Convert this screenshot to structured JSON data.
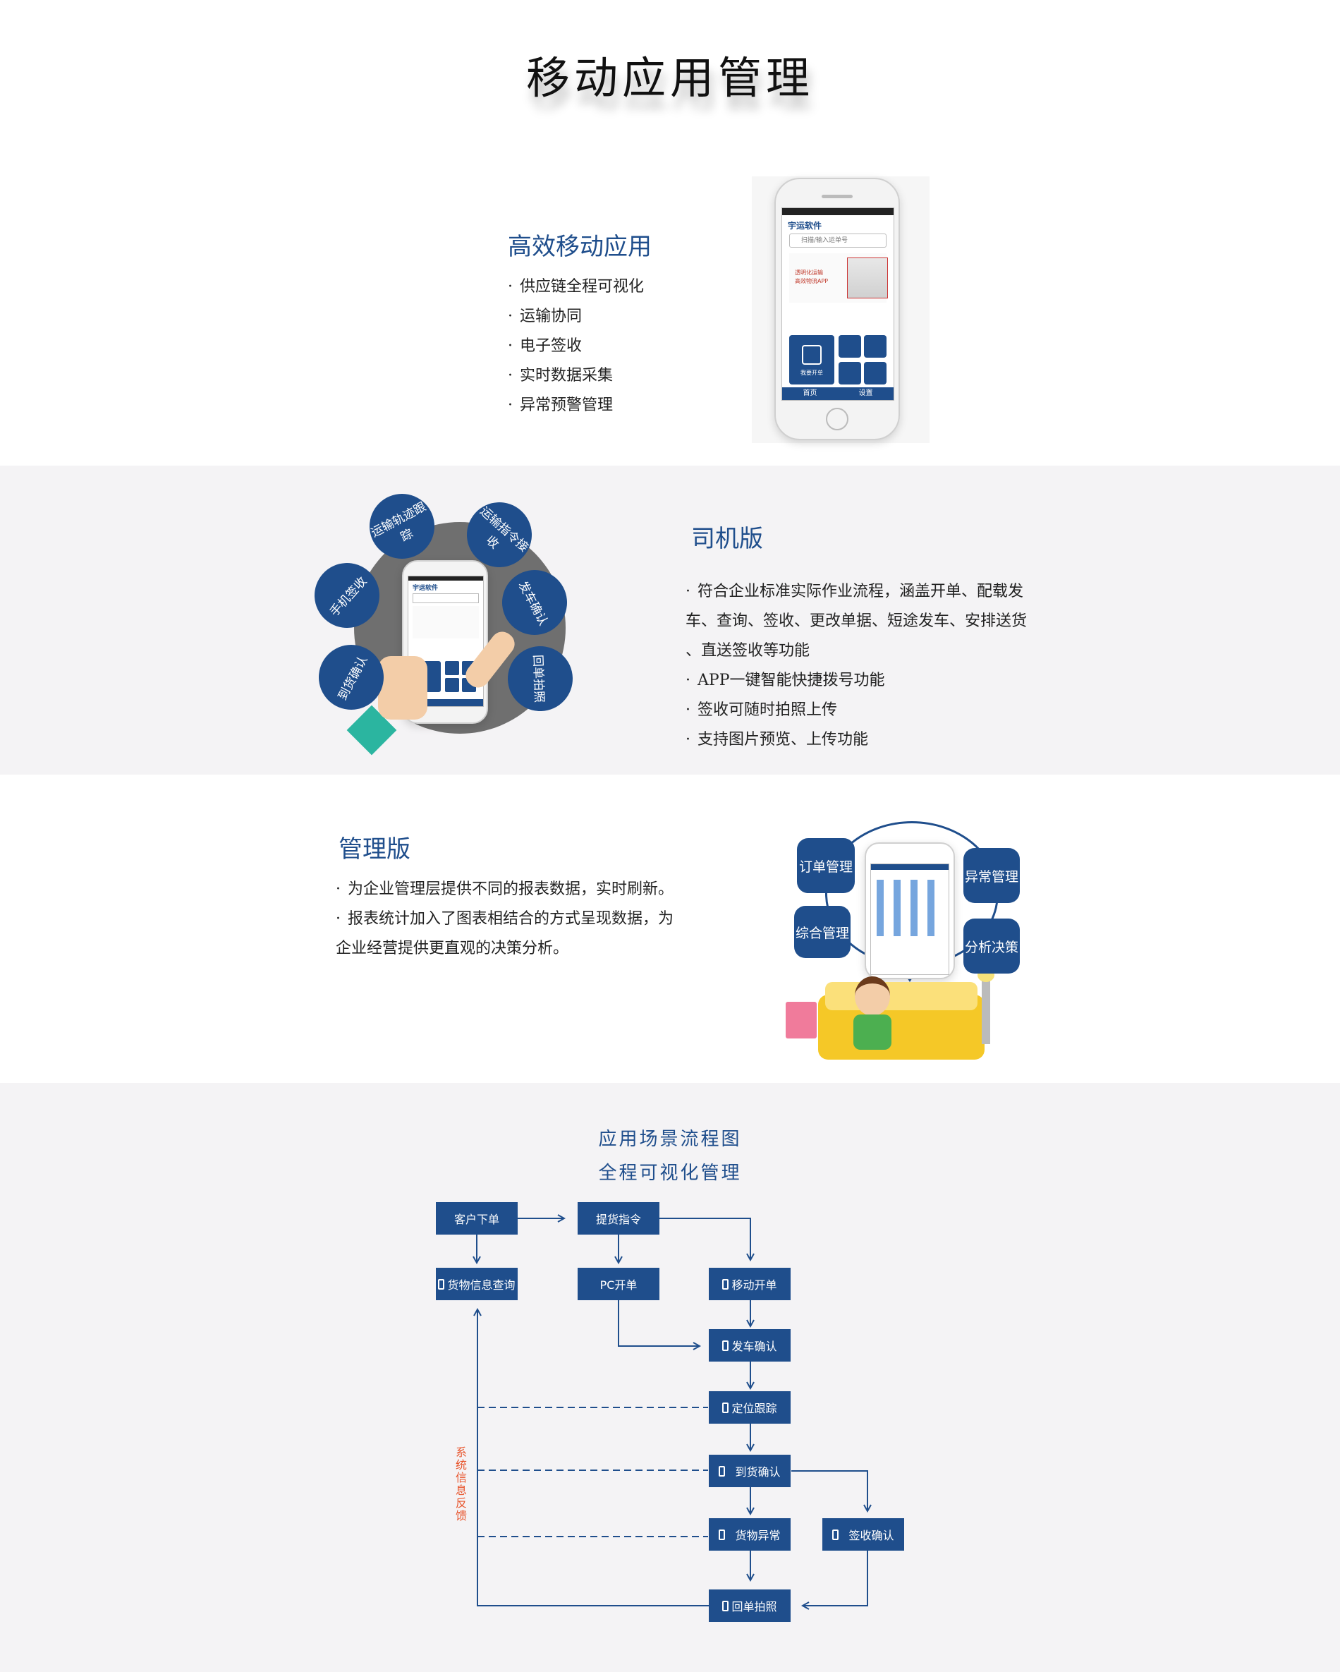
{
  "title": "移动应用管理",
  "section1": {
    "heading": "高效移动应用",
    "bullets": [
      "供应链全程可视化",
      "运输协同",
      "电子签收",
      "实时数据采集",
      "异常预警管理"
    ]
  },
  "phone": {
    "brand": "宇运软件",
    "search_placeholder": "扫描/输入运单号",
    "banner_line1": "透明化运输",
    "banner_line2": "高效物流APP",
    "big_tile": "我要开单",
    "tab_home": "首页",
    "tab_settings": "设置"
  },
  "section2": {
    "heading": "司机版",
    "bullets": [
      "符合企业标准实际作业流程，涵盖开单、配载发",
      "车、查询、签收、更改单据、短途发车、安排送货",
      "、直送签收等功能",
      "APP一键智能快捷拨号功能",
      "签收可随时拍照上传",
      "支持图片预览、上传功能"
    ],
    "bubbles": [
      "运输轨迹跟踪",
      "运输指令接收",
      "发车确认",
      "回单拍照",
      "到货确认",
      "手机签收"
    ]
  },
  "section3": {
    "heading": "管理版",
    "bullets": [
      "为企业管理层提供不同的报表数据，实时刷新。",
      "报表统计加入了图表相结合的方式呈现数据，为",
      "企业经营提供更直观的决策分析。"
    ],
    "boxes": [
      "订单管理",
      "异常管理",
      "综合管理",
      "分析决策"
    ]
  },
  "flow": {
    "title1": "应用场景流程图",
    "title2": "全程可视化管理",
    "nodes": {
      "customer_order": "客户下单",
      "pickup_command": "提货指令",
      "goods_query": "货物信息查询",
      "pc_order": "PC开单",
      "mobile_order": "移动开单",
      "departure_confirm": "发车确认",
      "location_tracking": "定位跟踪",
      "arrival_confirm": "到货确认",
      "goods_exception": "货物异常",
      "sign_confirm": "签收确认",
      "receipt_photo": "回单拍照"
    },
    "feedback_label": "系统信息反馈"
  },
  "colors": {
    "brand_blue": "#1f4e8c",
    "band_gray": "#f4f3f5",
    "feedback_red": "#e8532a"
  }
}
